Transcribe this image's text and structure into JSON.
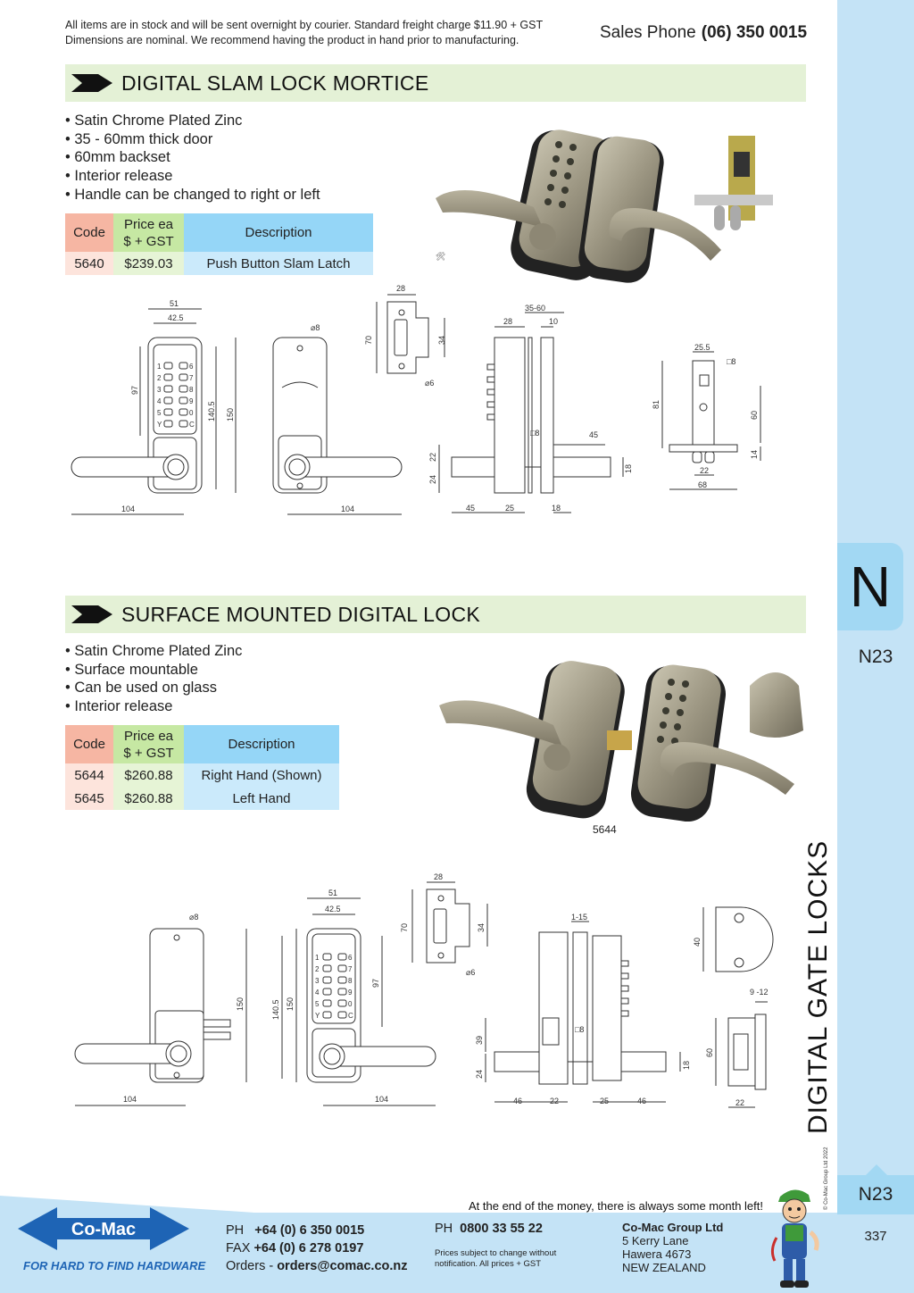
{
  "header": {
    "notice_line1": "All items are in stock and will be sent overnight by courier. Standard freight charge $11.90 + GST",
    "notice_line2": "Dimensions are nominal. We recommend having the product in hand prior to manufacturing.",
    "sales_label": "Sales Phone",
    "sales_number": "(06) 350 0015"
  },
  "sidebar": {
    "letter": "N",
    "code": "N23",
    "category": "DIGITAL GATE LOCKS",
    "copyright": "© Co-Mac Group Ltd 2022",
    "bottom_code": "N23",
    "page_number": "337"
  },
  "section1": {
    "title": "DIGITAL SLAM LOCK MORTICE",
    "bullets": [
      "Satin Chrome Plated Zinc",
      "35 - 60mm thick door",
      "60mm backset",
      "Interior release",
      "Handle can be changed to right or left"
    ],
    "table": {
      "headers": [
        "Code",
        "Price ea",
        "$ + GST",
        "Description"
      ],
      "rows": [
        {
          "code": "5640",
          "price": "$239.03",
          "description": "Push Button Slam Latch"
        }
      ]
    }
  },
  "section2": {
    "title": "SURFACE MOUNTED DIGITAL LOCK",
    "bullets": [
      "Satin Chrome Plated Zinc",
      "Surface mountable",
      "Can be used on glass",
      "Interior release"
    ],
    "table": {
      "headers": [
        "Code",
        "Price ea",
        "$ + GST",
        "Description"
      ],
      "rows": [
        {
          "code": "5644",
          "price": "$260.88",
          "description": "Right Hand (Shown)"
        },
        {
          "code": "5645",
          "price": "$260.88",
          "description": "Left Hand"
        }
      ]
    },
    "photo_caption": "5644"
  },
  "dims1": {
    "front_w": "51",
    "front_inner": "42.5",
    "front_97": "97",
    "front_1405": "140.5",
    "front_150": "150",
    "front_104": "104",
    "back_d8": "⌀8",
    "back_104": "104",
    "strike_28": "28",
    "strike_70": "70",
    "strike_34": "34",
    "strike_d6": "⌀6",
    "side_28": "28",
    "side_3560": "35-60",
    "side_10": "10",
    "side_8": "□8",
    "side_45r": "45",
    "side_22": "22",
    "side_24": "24",
    "side_18": "18",
    "side_45b": "45",
    "side_25": "25",
    "side_18b": "18",
    "latch_255": "25.5",
    "latch_8": "□8",
    "latch_81": "81",
    "latch_60": "60",
    "latch_14": "14",
    "latch_22": "22",
    "latch_68": "68",
    "keys": [
      "1",
      "6",
      "2",
      "7",
      "3",
      "8",
      "4",
      "9",
      "5",
      "0",
      "Y",
      "C"
    ]
  },
  "dims2": {
    "back_d8": "⌀8",
    "back_150": "150",
    "back_104": "104",
    "front_51": "51",
    "front_425": "42.5",
    "front_1405": "140.5",
    "front_150": "150",
    "front_97": "97",
    "front_104": "104",
    "strike_28": "28",
    "strike_70": "70",
    "strike_34": "34",
    "strike_d6": "⌀6",
    "side_115": "1-15",
    "side_8": "□8",
    "side_39": "39",
    "side_24": "24",
    "side_18": "18",
    "side_46a": "46",
    "side_22": "22",
    "side_25": "25",
    "side_46b": "46",
    "keeper_40": "40",
    "keeper_912": "9 -12",
    "keeper_60": "60",
    "keeper_22": "22"
  },
  "footer": {
    "motto": "At the end of the money, there is always some month left!",
    "logo_text": "Co-Mac",
    "slogan": "FOR HARD TO FIND HARDWARE",
    "ph_label": "PH",
    "ph": "+64 (0) 6 350 0015",
    "fax_label": "FAX",
    "fax": "+64 (0) 6 278 0197",
    "orders_label": "Orders -",
    "orders": "orders@comac.co.nz",
    "ph2_label": "PH",
    "ph2": "0800 33 55 22",
    "note_line1": "Prices subject to change without",
    "note_line2": "notification. All prices + GST",
    "company": "Co-Mac Group Ltd",
    "addr1": "5 Kerry Lane",
    "addr2": "Hawera 4673",
    "addr3": "NEW ZEALAND"
  },
  "colors": {
    "sidebar": "#c4e3f6",
    "tab": "#a2d8f3",
    "heading_bg": "#e4f1d6",
    "code_head": "#f6b6a3",
    "price_head": "#c6e8a3",
    "desc_head": "#95d6f7",
    "brand_blue": "#1e64b5"
  }
}
